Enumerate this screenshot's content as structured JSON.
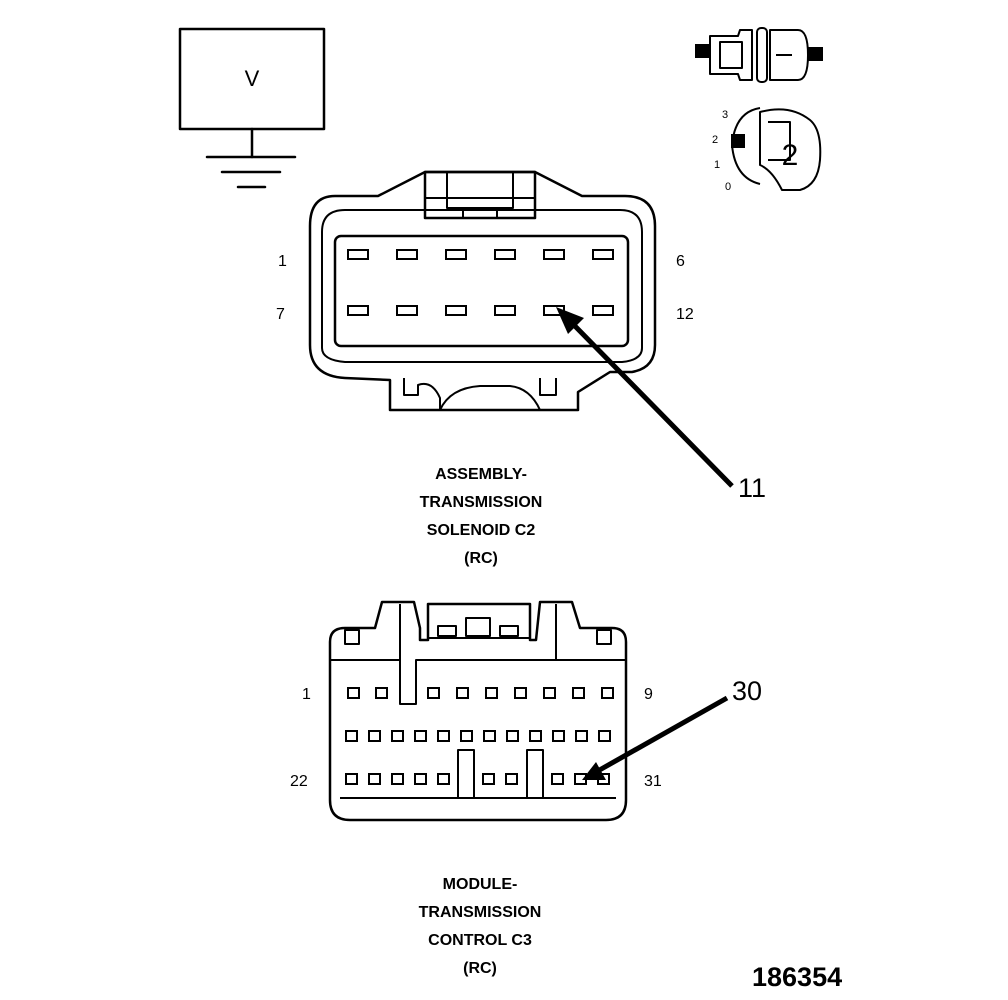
{
  "meter": {
    "symbol": "V"
  },
  "knob": {
    "selected": "2",
    "scale": [
      "3",
      "2",
      "1",
      "0"
    ]
  },
  "c2": {
    "caption": [
      "ASSEMBLY-",
      "TRANSMISSION",
      "SOLENOID C2",
      "(RC)"
    ],
    "pin_labels": {
      "top_left": "1",
      "top_right": "6",
      "bottom_left": "7",
      "bottom_right": "12"
    },
    "rows": [
      6,
      6
    ],
    "callout": "11",
    "callout_target": {
      "row": 2,
      "position": 5
    }
  },
  "c3": {
    "caption": [
      "MODULE-",
      "TRANSMISSION",
      "CONTROL C3",
      "(RC)"
    ],
    "pin_labels": {
      "top_left": "1",
      "top_right": "9",
      "bottom_left": "22",
      "bottom_right": "31"
    },
    "rows": [
      9,
      12,
      10
    ],
    "callout": "30",
    "callout_target": {
      "row": 3,
      "position": 9
    }
  },
  "figure_id": "186354"
}
